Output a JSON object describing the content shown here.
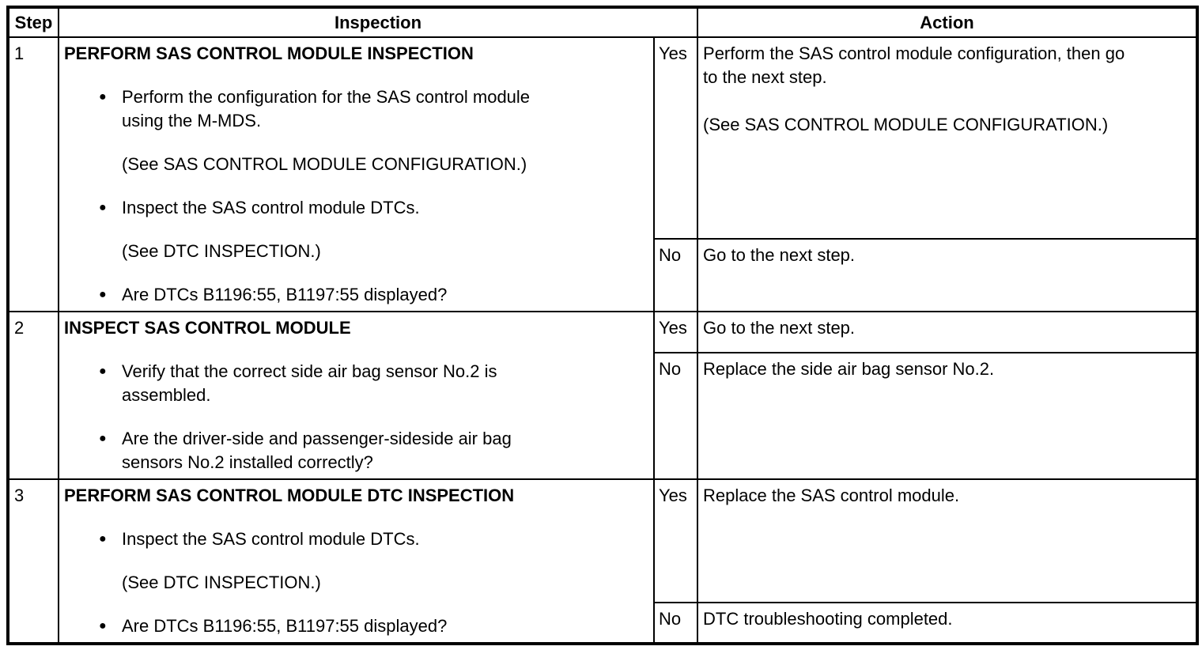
{
  "table": {
    "headers": {
      "step": "Step",
      "inspection": "Inspection",
      "action": "Action"
    },
    "rows": [
      {
        "step": "1",
        "title": "PERFORM SAS CONTROL MODULE INSPECTION",
        "items": [
          {
            "bullet": "●",
            "text": "Perform the configuration for the SAS control module\nusing the M-MDS."
          },
          {
            "bullet": "",
            "text": "(See SAS CONTROL MODULE CONFIGURATION.)"
          },
          {
            "bullet": "●",
            "text": "Inspect the SAS control module DTCs."
          },
          {
            "bullet": "",
            "text": "(See DTC INSPECTION.)"
          },
          {
            "bullet": "●",
            "text": "Are DTCs B1196:55, B1197:55 displayed?"
          }
        ],
        "yes": {
          "label": "Yes",
          "action": "Perform the SAS control module configuration, then go\nto the next step.\n\n(See SAS CONTROL MODULE CONFIGURATION.)"
        },
        "no": {
          "label": "No",
          "action": "Go to the next step."
        }
      },
      {
        "step": "2",
        "title": "INSPECT SAS CONTROL MODULE",
        "items": [
          {
            "bullet": "●",
            "text": "Verify that the correct side air bag sensor No.2 is\nassembled."
          },
          {
            "bullet": "●",
            "text": "Are the driver-side and passenger-sideside air bag\nsensors No.2 installed correctly?"
          }
        ],
        "yes": {
          "label": "Yes",
          "action": "Go to the next step."
        },
        "no": {
          "label": "No",
          "action": "Replace the side air bag sensor No.2."
        }
      },
      {
        "step": "3",
        "title": "PERFORM SAS CONTROL MODULE DTC INSPECTION",
        "items": [
          {
            "bullet": "●",
            "text": "Inspect the SAS control module DTCs."
          },
          {
            "bullet": "",
            "text": "(See DTC INSPECTION.)"
          },
          {
            "bullet": "●",
            "text": "Are DTCs B1196:55, B1197:55 displayed?"
          }
        ],
        "yes": {
          "label": "Yes",
          "action": "Replace the SAS control module."
        },
        "no": {
          "label": "No",
          "action": "DTC troubleshooting completed."
        }
      }
    ]
  }
}
